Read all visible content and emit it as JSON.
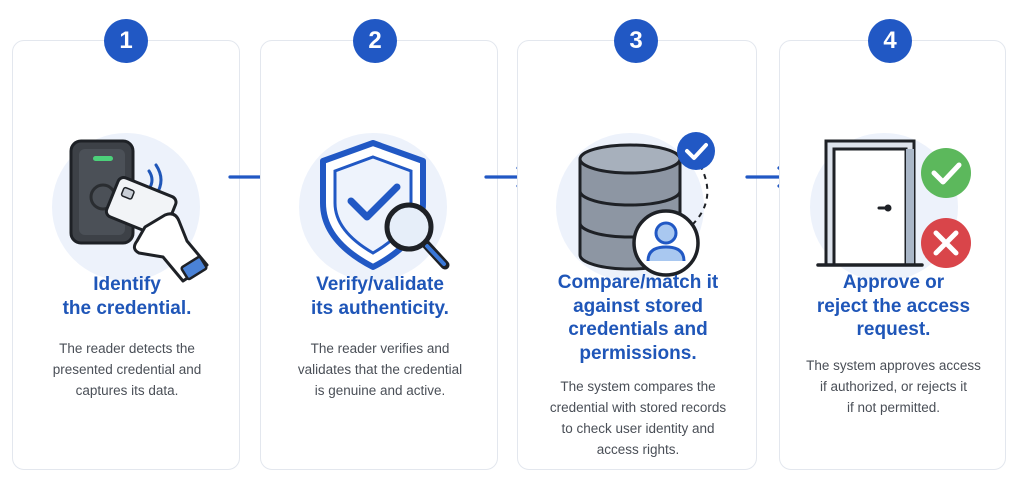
{
  "steps": [
    {
      "number": "1",
      "title_lines": [
        "Identify",
        "the credential."
      ],
      "desc_lines": [
        "The reader detects the",
        "presented credential and",
        "captures its data."
      ]
    },
    {
      "number": "2",
      "title_lines": [
        "Verify/validate",
        "its authenticity."
      ],
      "desc_lines": [
        "The reader verifies and",
        "validates that the credential",
        "is genuine and active."
      ]
    },
    {
      "number": "3",
      "title_lines": [
        "Compare/match it",
        "against stored",
        "credentials and",
        "permissions."
      ],
      "desc_lines": [
        "The system compares the",
        "credential with stored records",
        "to check user identity and",
        "access rights."
      ]
    },
    {
      "number": "4",
      "title_lines": [
        "Approve or",
        "reject the access",
        "request."
      ],
      "desc_lines": [
        "The system approves access",
        "if authorized, or rejects it",
        "if not permitted."
      ]
    }
  ],
  "colors": {
    "accent_blue": "#2158c4",
    "title_blue": "#1f56b8",
    "approve_green": "#5cb85c",
    "reject_red": "#d9454a"
  },
  "icons": [
    "card-reader-icon",
    "shield-check-icon",
    "database-user-icon",
    "door-approve-reject-icon"
  ]
}
